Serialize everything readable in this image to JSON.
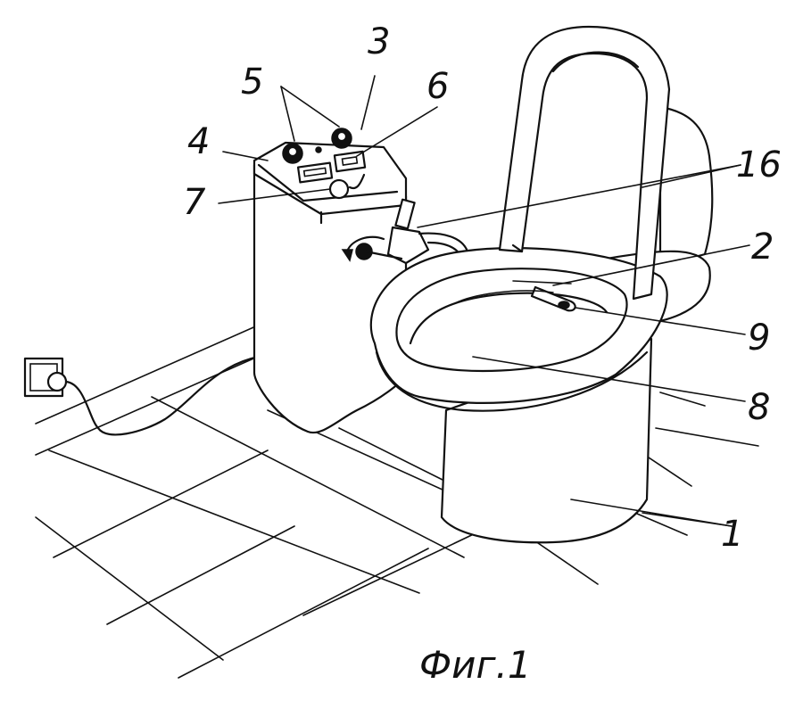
{
  "caption": "Фиг.1",
  "labels": {
    "l1": "1",
    "l2": "2",
    "l3": "3",
    "l4": "4",
    "l5": "5",
    "l6": "6",
    "l7": "7",
    "l8": "8",
    "l9": "9",
    "l16": "16"
  }
}
